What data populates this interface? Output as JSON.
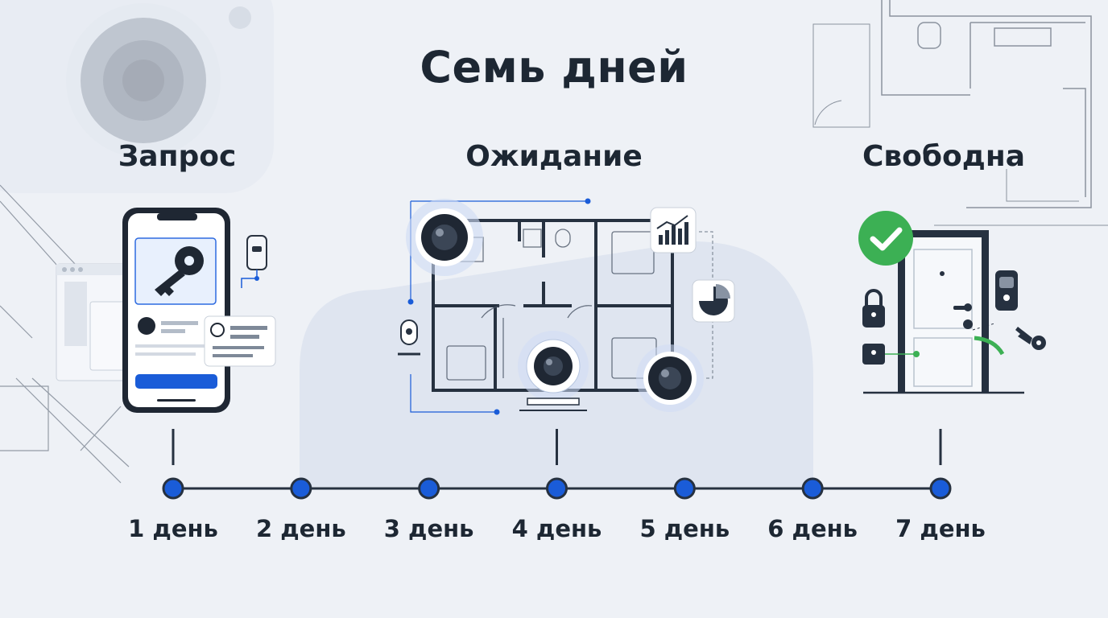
{
  "title": "Семь дней",
  "phases": [
    {
      "label": "Запрос",
      "day": 1
    },
    {
      "label": "Ожидание",
      "day": 4
    },
    {
      "label": "Свободна",
      "day": 7
    }
  ],
  "timeline": {
    "days": [
      "1 день",
      "2 день",
      "3 день",
      "4 день",
      "5 день",
      "6 день",
      "7 день"
    ]
  },
  "icons": [
    "camera-icon",
    "smartphone-icon",
    "key-icon",
    "floor-plan-icon",
    "security-camera-icon",
    "bar-chart-icon",
    "pie-chart-icon",
    "door-icon",
    "check-icon",
    "padlock-icon",
    "smart-lock-icon"
  ],
  "colors": {
    "accent": "#1a5cd8",
    "line": "#263140",
    "success": "#3cb054",
    "background": "#eef1f6"
  }
}
